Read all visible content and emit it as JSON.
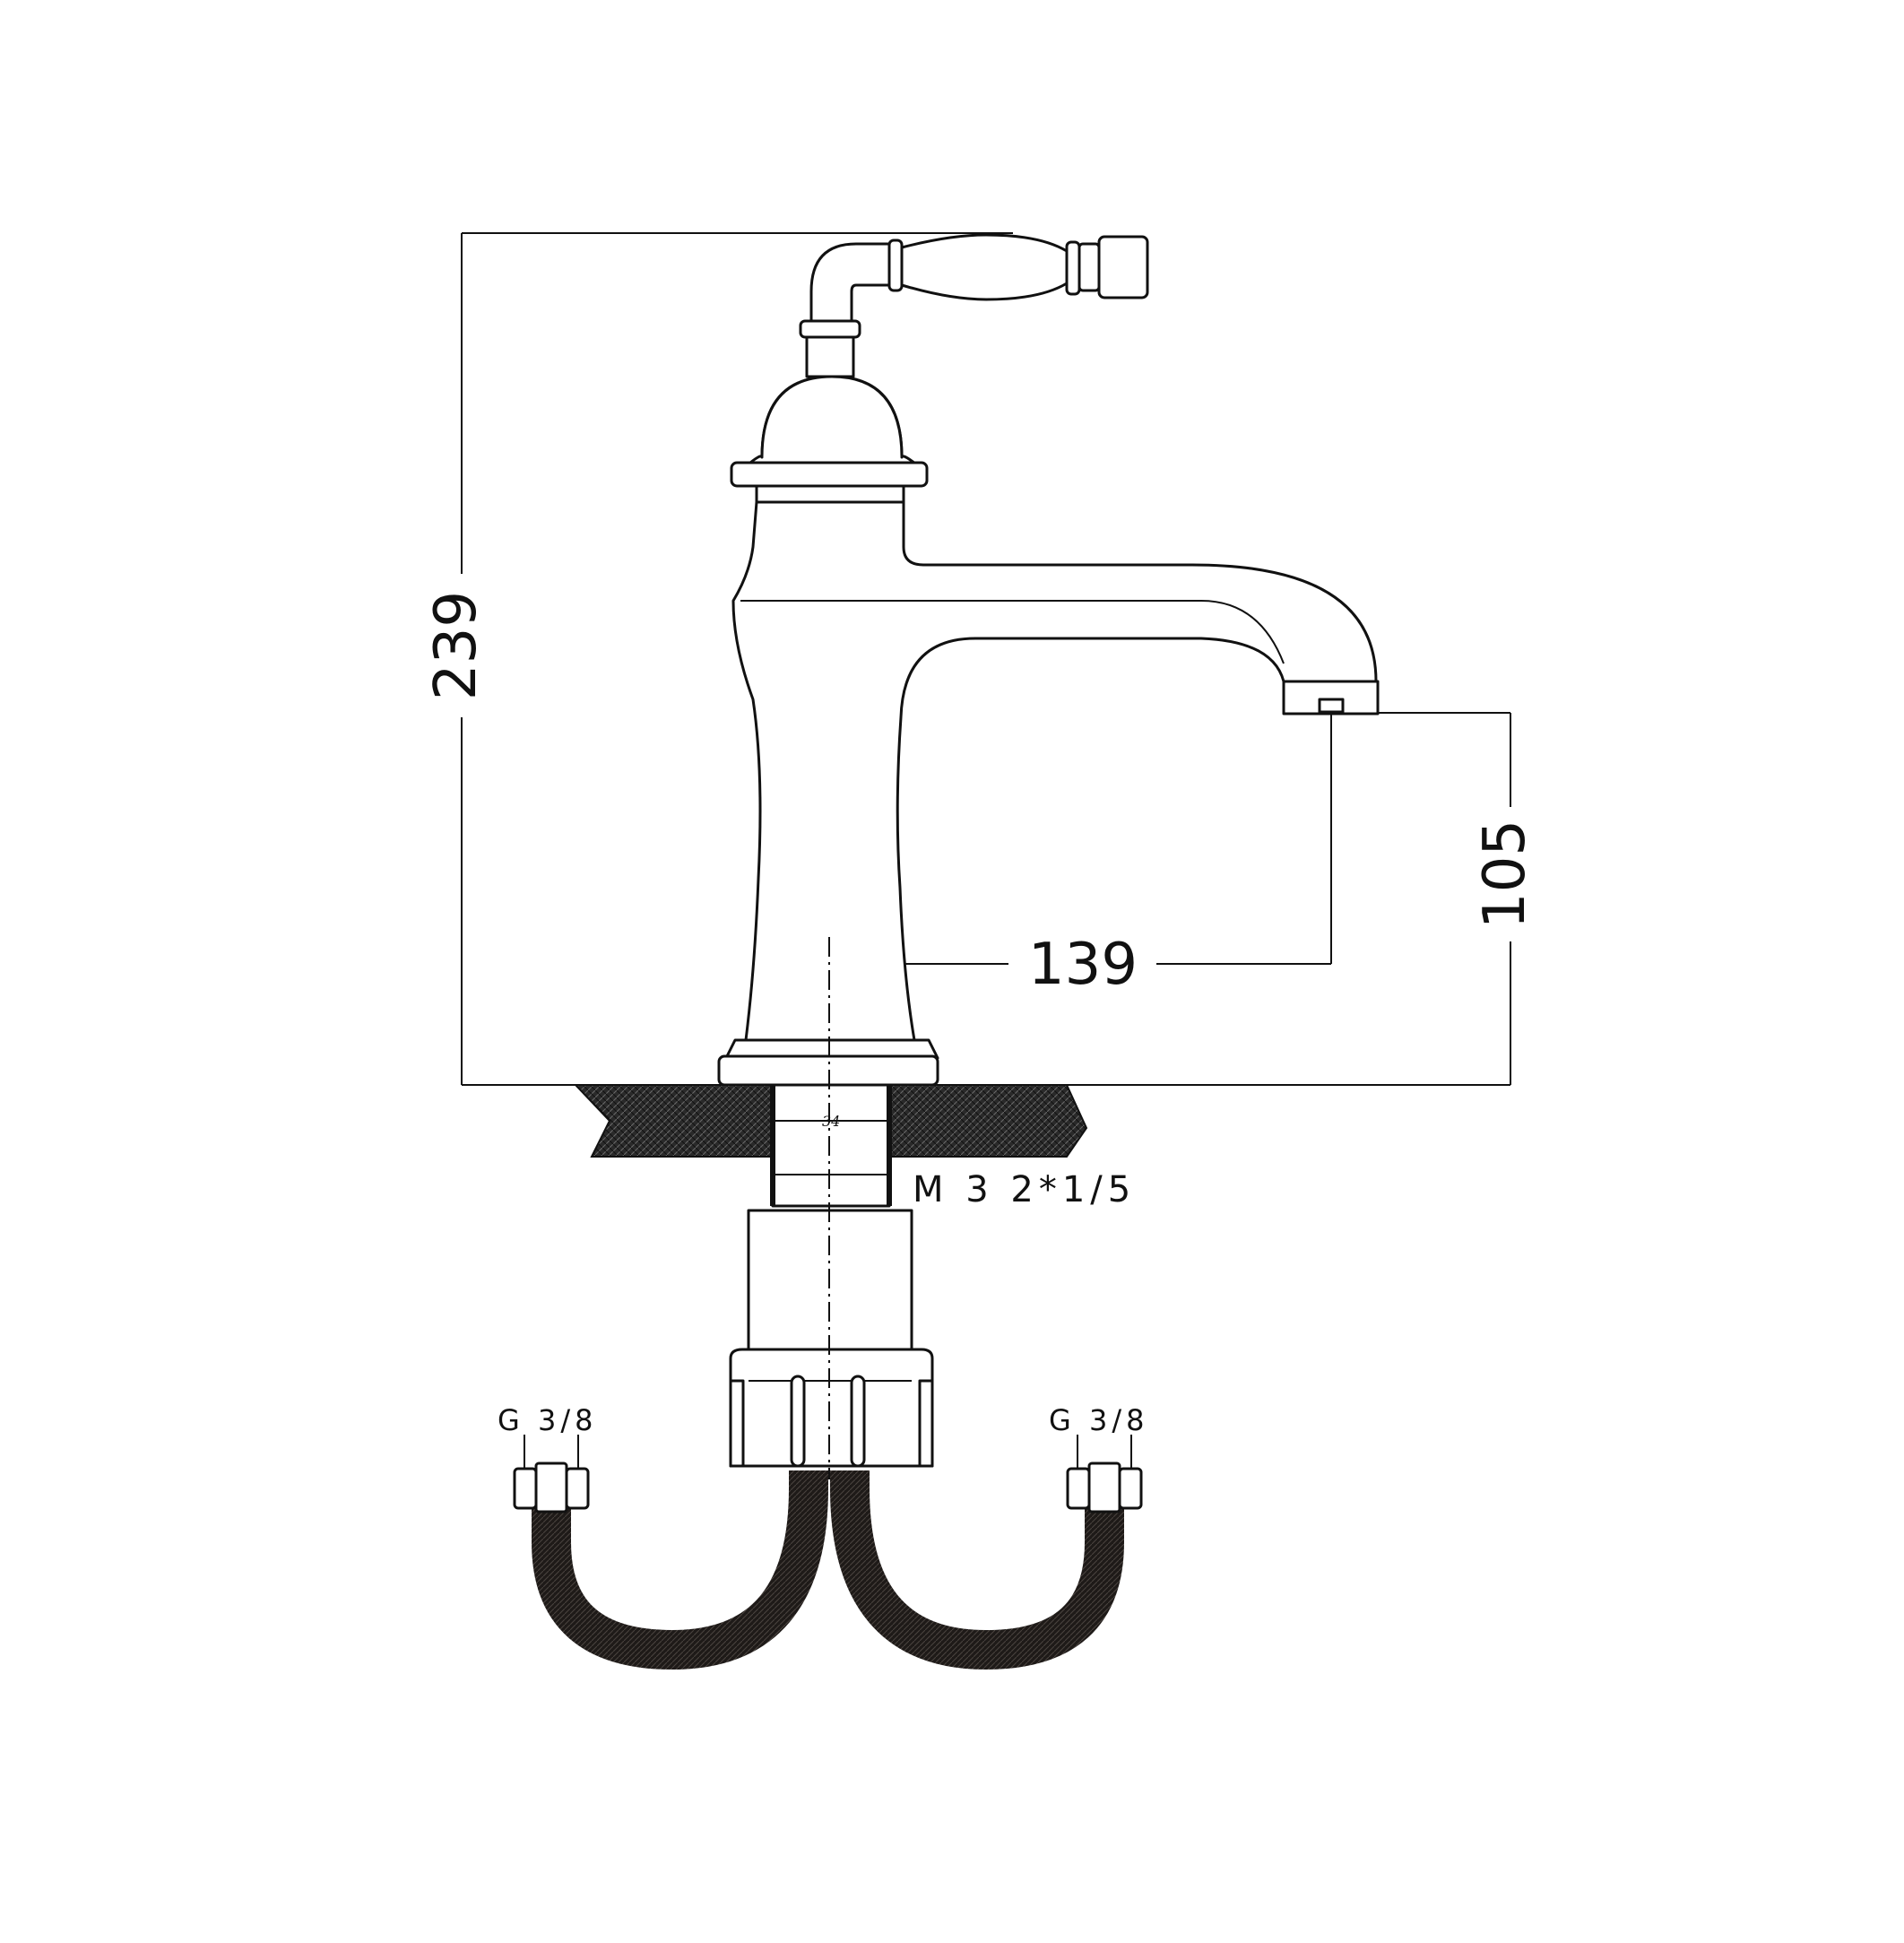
{
  "dimensions": {
    "overall_height": "239",
    "spout_height": "105",
    "spout_reach": "139"
  },
  "labels": {
    "thread": "M 3 2*1/5",
    "hose_left": "G 3/8",
    "hose_right": "G 3/8",
    "tail_diameter": "34"
  },
  "colors": {
    "line": "#111111",
    "background": "#ffffff"
  }
}
